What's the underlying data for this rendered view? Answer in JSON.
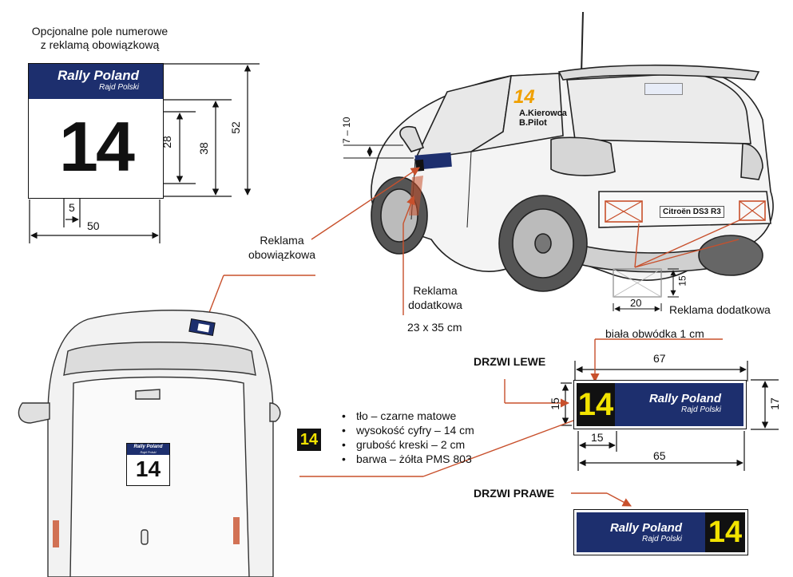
{
  "plate": {
    "title_line1": "Opcjonalne pole numerowe",
    "title_line2": "z reklamą obowiązkową",
    "brand": "Rally Poland",
    "brand_sub": "Rajd Polski",
    "number": "14",
    "dim_height_inner": "28",
    "dim_height_mid": "38",
    "dim_height_total": "52",
    "dim_stroke": "5",
    "dim_width": "50"
  },
  "labels": {
    "mandatory_ad": "Reklama",
    "mandatory_ad_2": "obowiązkowa",
    "extra_ad": "Reklama",
    "extra_ad_2": "dodatkowa",
    "extra_ad_size": "23 x 35 cm",
    "rear_extra_ad": "Reklama dodatkowa",
    "rear_w": "20",
    "rear_h": "15",
    "mirror_dim": "7 – 10",
    "drivers_1": "A.Kierowca",
    "drivers_2": "B.Pilot",
    "rear_number": "14",
    "rear_model": "Citroën DS3 R3"
  },
  "spec": {
    "badge": "14",
    "items": [
      "tło – czarne matowe",
      "wysokość cyfry – 14 cm",
      "grubość kreski – 2 cm",
      "barwa – żółta PMS 803"
    ]
  },
  "doors": {
    "left_title": "DRZWI LEWE",
    "right_title": "DRZWI PRAWE",
    "border_note": "biała obwódka 1 cm",
    "dim_outer_w": "67",
    "dim_inner_w": "65",
    "dim_num_w": "15",
    "dim_h_left": "15",
    "dim_h_right": "17",
    "brand": "Rally Poland",
    "brand_sub": "Rajd Polski",
    "number": "14"
  },
  "roof": {
    "brand": "Rally Poland",
    "brand_sub": "Rajd Polski",
    "number": "14"
  },
  "colors": {
    "navy": "#1d2f6e",
    "yellow": "#f2e300",
    "arrow": "#c8502c",
    "black": "#111111"
  }
}
